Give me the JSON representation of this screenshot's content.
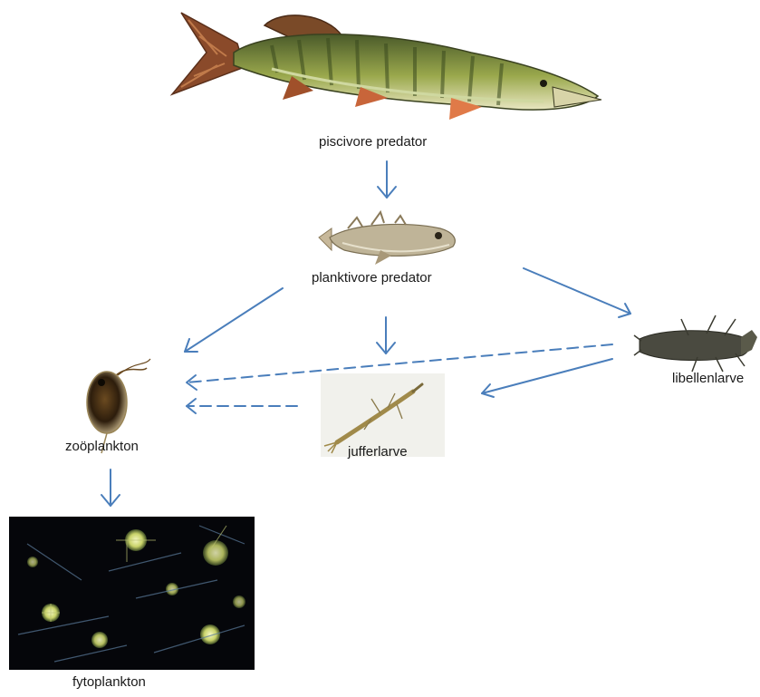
{
  "nodes": {
    "pike": {
      "label": "piscivore predator"
    },
    "stickleback": {
      "label": "planktivore predator"
    },
    "zooplankton": {
      "label": "zoöplankton"
    },
    "damselfly": {
      "label": "jufferlarve"
    },
    "dragonfly": {
      "label": "libellenlarve"
    },
    "phytoplankton": {
      "label": "fytoplankton"
    }
  },
  "colors": {
    "arrow": "#4a7ebb",
    "label": "#1a1a1a"
  }
}
